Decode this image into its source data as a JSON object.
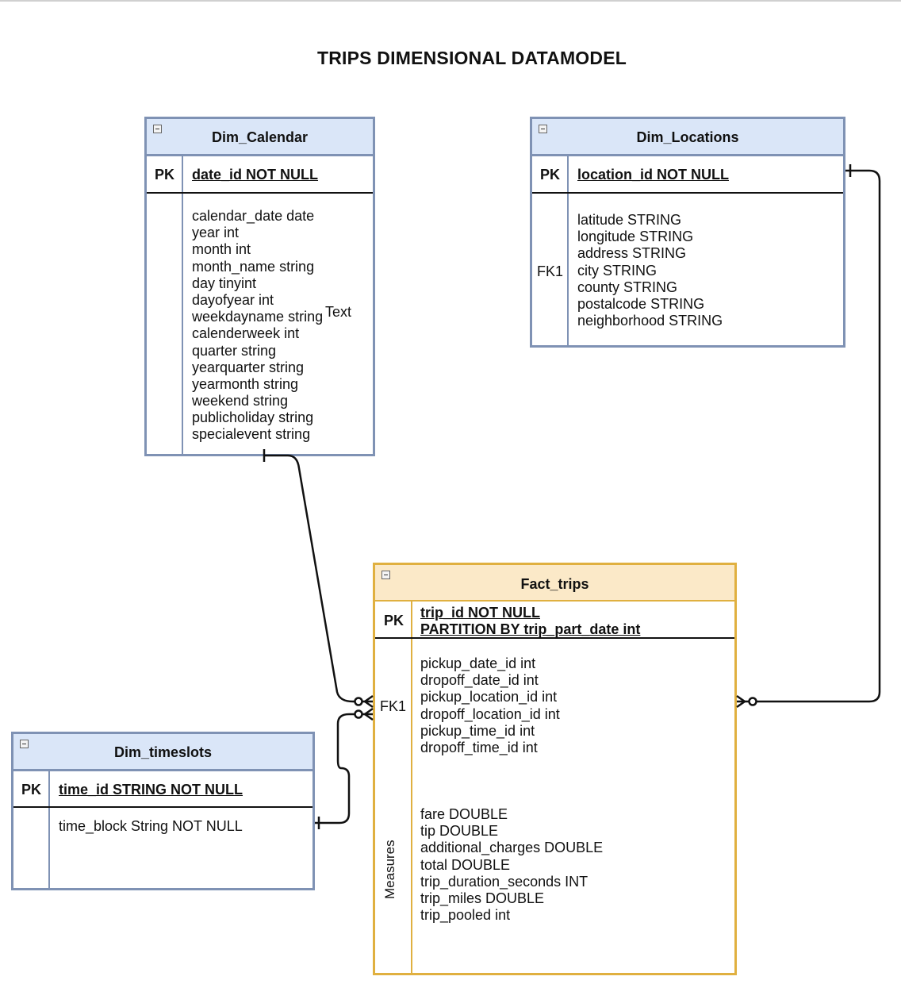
{
  "title": "TRIPS DIMENSIONAL DATAMODEL",
  "stray_text": "Text",
  "dim_calendar": {
    "name": "Dim_Calendar",
    "pk_label": "PK",
    "pk": "date_id NOT NULL",
    "fields": [
      "calendar_date date",
      "year int",
      "month int",
      "month_name string",
      "day tinyint",
      "dayofyear int",
      "weekdayname string",
      "calenderweek int",
      "quarter string",
      "yearquarter string",
      "yearmonth string",
      "weekend string",
      "publicholiday string",
      "specialevent string"
    ]
  },
  "dim_locations": {
    "name": "Dim_Locations",
    "pk_label": "PK",
    "pk": "location_id NOT NULL",
    "fk_label": "FK1",
    "fields": [
      "latitude STRING",
      "longitude STRING",
      "address STRING",
      "city STRING",
      "county STRING",
      "postalcode STRING",
      "neighborhood STRING"
    ]
  },
  "dim_timeslots": {
    "name": "Dim_timeslots",
    "pk_label": "PK",
    "pk": "time_id STRING NOT NULL",
    "fields": [
      "time_block String NOT NULL"
    ]
  },
  "fact_trips": {
    "name": "Fact_trips",
    "pk_label": "PK",
    "pk": [
      "trip_id NOT NULL",
      "PARTITION BY trip_part_date int "
    ],
    "fk_label": "FK1",
    "fk_fields": [
      "pickup_date_id int",
      "dropoff_date_id int",
      "pickup_location_id int",
      "dropoff_location_id int",
      "pickup_time_id int",
      "dropoff_time_id int"
    ],
    "measures_label": "Measures",
    "measure_fields": [
      "fare DOUBLE",
      "tip DOUBLE",
      "additional_charges DOUBLE",
      "total DOUBLE",
      "trip_duration_seconds INT",
      "trip_miles DOUBLE",
      "trip_pooled int"
    ]
  }
}
